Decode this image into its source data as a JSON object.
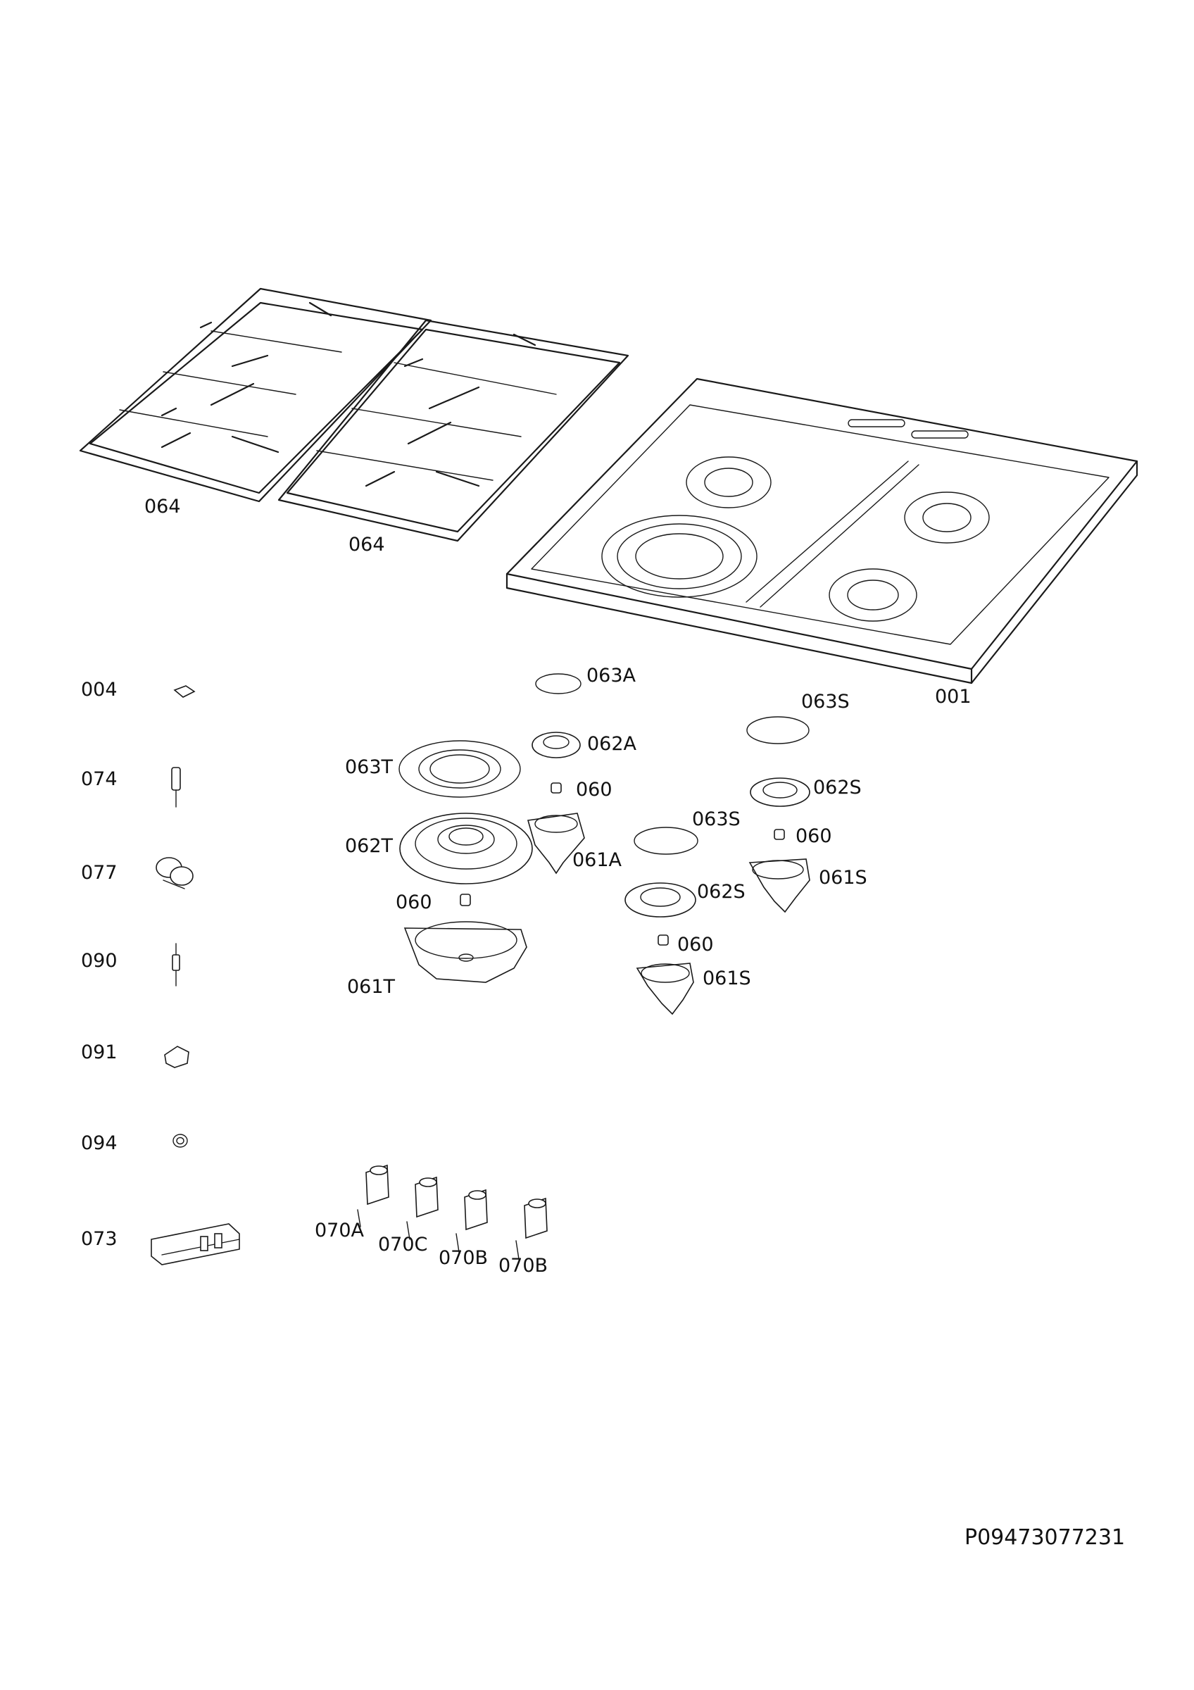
{
  "drawing_code": "P09473077231",
  "labels": {
    "grid_left": "064",
    "grid_right": "064",
    "hob_top": "001",
    "p004": "004",
    "p074": "074",
    "p077": "077",
    "p090": "090",
    "p091": "091",
    "p094": "094",
    "p073": "073",
    "cap_063a": "063A",
    "cap_063s_back": "063S",
    "burner_062a": "062A",
    "injector_060_a": "060",
    "base_061a": "061A",
    "cap_063t": "063T",
    "burner_062t": "062T",
    "injector_060_t": "060",
    "base_061t": "061T",
    "burner_062s_back": "062S",
    "injector_060_s_back": "060",
    "base_061s_back": "061S",
    "cap_063s_front": "063S",
    "burner_062s_front": "062S",
    "injector_060_s_front": "060",
    "base_061s_front": "061S",
    "tap_070a": "070A",
    "tap_070c": "070C",
    "tap_070b_1": "070B",
    "tap_070b_2": "070B"
  }
}
